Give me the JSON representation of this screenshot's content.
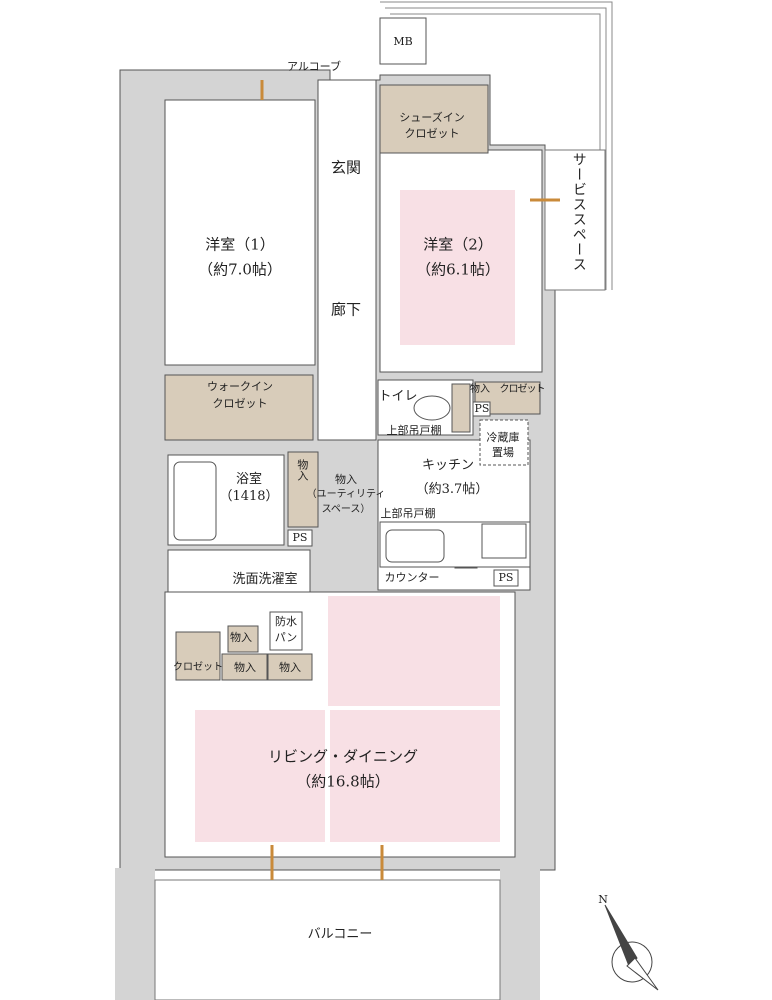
{
  "colors": {
    "wall": "#d4d4d4",
    "storage": "#d8ccba",
    "room_highlight": "#f8e0e5",
    "line": "#555555",
    "window": "#e8a63a"
  },
  "labels": {
    "alcove": "アルコーブ",
    "mb": "MB",
    "shoes_closet": [
      "シューズイン",
      "クロゼット"
    ],
    "entrance": "玄関",
    "western1": [
      "洋室（1）",
      "（約7.0帖）"
    ],
    "western2": [
      "洋室（2）",
      "（約6.1帖）"
    ],
    "hallway": "廊下",
    "service_space": "サービススペース",
    "walkin": [
      "ウォークイン",
      "クロゼット"
    ],
    "toilet": "トイレ",
    "upper_cabinet_toilet": "上部吊戸棚",
    "storage_small": "物入",
    "closet_small": "クロゼット",
    "ps": "PS",
    "fridge": [
      "冷蔵庫",
      "置場"
    ],
    "kitchen": [
      "キッチン",
      "（約3.7帖）"
    ],
    "bath": [
      "浴室",
      "（1418）"
    ],
    "storage_bath": "物入",
    "utility": [
      "物入",
      "（ユーティリティ",
      "スペース）"
    ],
    "upper_cabinet_kitchen": "上部吊戸棚",
    "counter": "カウンター",
    "washroom": "洗面洗濯室",
    "storage_wash": "物入",
    "waterproof_pan": [
      "防水",
      "パン"
    ],
    "closet_row": "クロゼット",
    "storage_row1": "物入",
    "storage_row2": "物入",
    "living": [
      "リビング・ダイニング",
      "（約16.8帖）"
    ],
    "balcony": "バルコニー",
    "north": "N"
  }
}
